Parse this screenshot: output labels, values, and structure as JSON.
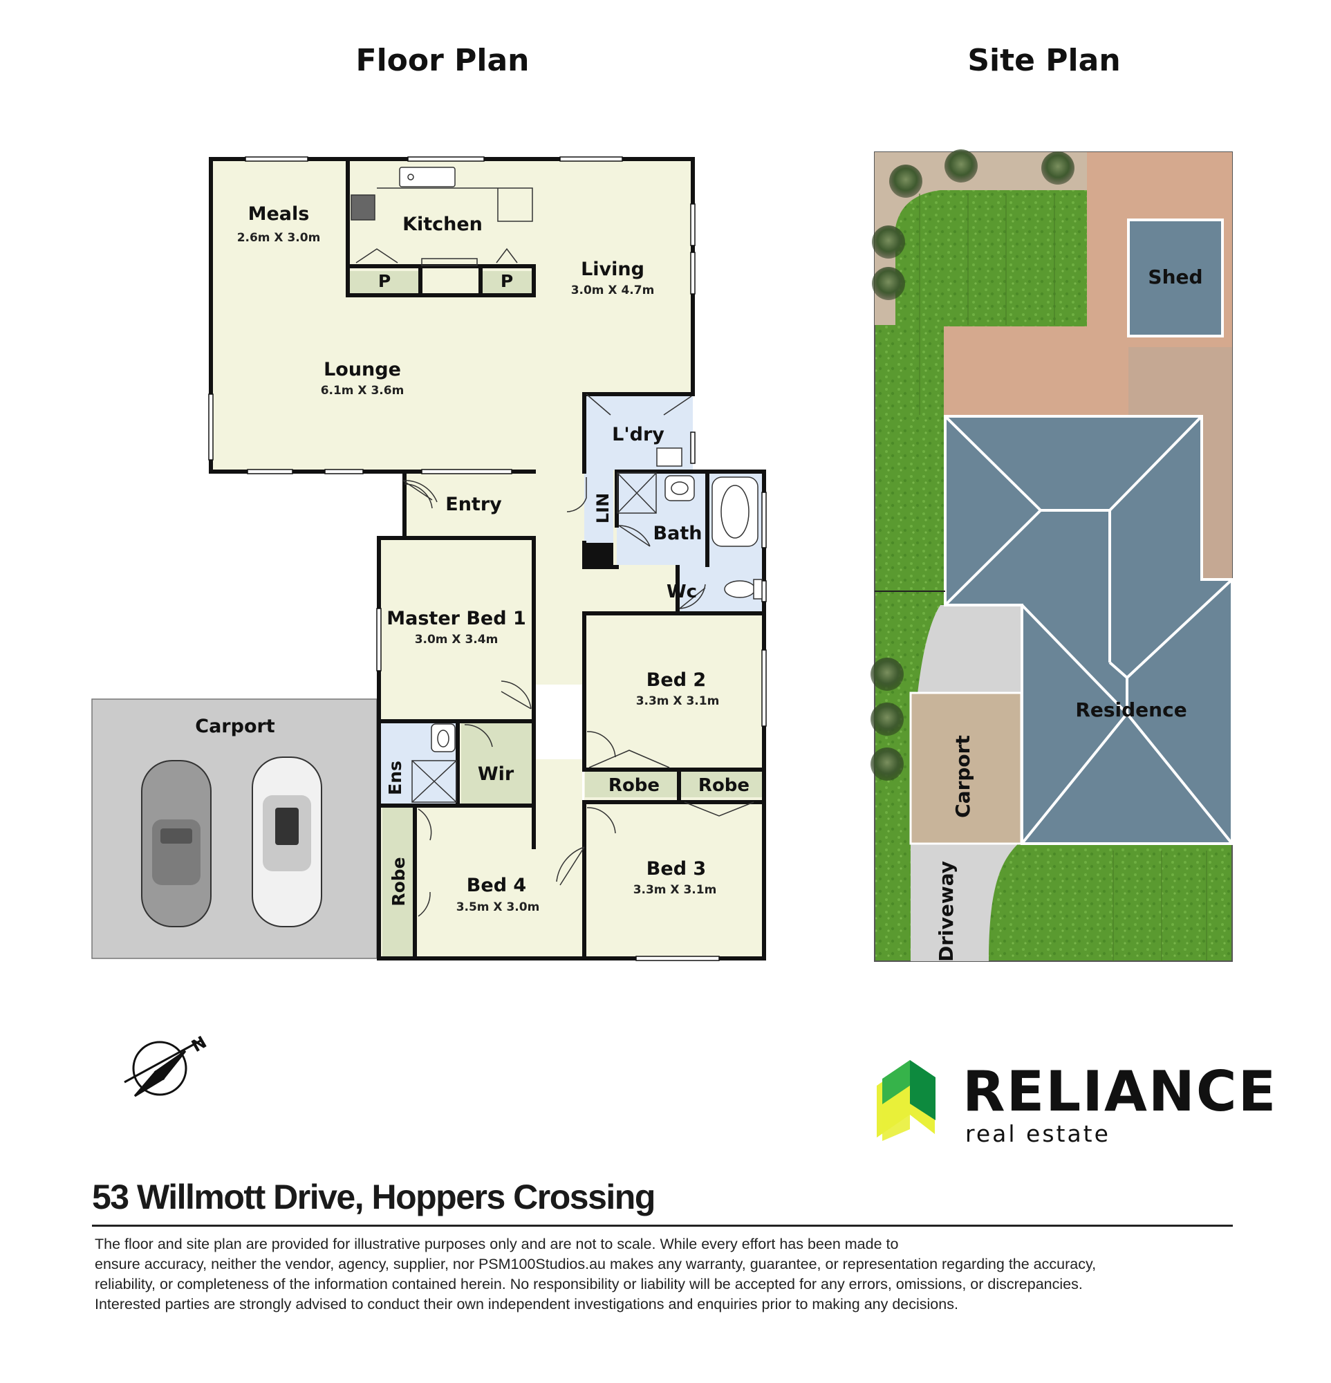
{
  "headings": {
    "floor_plan": "Floor Plan",
    "site_plan": "Site Plan"
  },
  "floor_plan": {
    "meals": {
      "name": "Meals",
      "size": "2.6m X 3.0m"
    },
    "kitchen": {
      "name": "Kitchen"
    },
    "pantry_1": "P",
    "pantry_2": "P",
    "living": {
      "name": "Living",
      "size": "3.0m X 4.7m"
    },
    "lounge": {
      "name": "Lounge",
      "size": "6.1m X 3.6m"
    },
    "laundry": {
      "name": "L'dry"
    },
    "entry": {
      "name": "Entry"
    },
    "linen": {
      "name": "LIN"
    },
    "bath": {
      "name": "Bath"
    },
    "wc": {
      "name": "Wc"
    },
    "master_bed": {
      "name": "Master Bed 1",
      "size": "3.0m X 3.4m"
    },
    "ensuite": {
      "name": "Ens"
    },
    "wir": {
      "name": "Wir"
    },
    "bed2": {
      "name": "Bed 2",
      "size": "3.3m X 3.1m"
    },
    "robe_bed2": "Robe",
    "robe_bed3": "Robe",
    "bed3": {
      "name": "Bed 3",
      "size": "3.3m X 3.1m"
    },
    "bed4": {
      "name": "Bed 4",
      "size": "3.5m X 3.0m"
    },
    "robe_bed4": "Robe",
    "carport": {
      "name": "Carport"
    },
    "compass_label": "N"
  },
  "site_plan": {
    "shed": "Shed",
    "residence": "Residence",
    "carport": "Carport",
    "driveway": "Driveway"
  },
  "branding": {
    "name": "RELIANCE",
    "tagline": "real estate",
    "colors": {
      "green_dark": "#0d8a3e",
      "green_light": "#36b34a",
      "yellow": "#e9f03a"
    }
  },
  "address": "53 Willmott Drive, Hoppers Crossing",
  "disclaimer": [
    "The floor and site plan are provided for illustrative purposes only and are not to scale. While every effort has been made to",
    "ensure accuracy, neither the vendor, agency, supplier, nor PSM100Studios.au makes any warranty, guarantee, or representation regarding the accuracy,",
    "reliability, or completeness of the information contained herein. No responsibility or liability will be accepted for any errors, omissions, or discrepancies.",
    "Interested parties are strongly advised to conduct their own independent investigations and enquiries prior to making any decisions."
  ],
  "colors": {
    "living_fill": "#f3f4de",
    "wet_fill": "#dde8f6",
    "robe_fill": "#d9e1c2",
    "carport_fill": "#cacaca",
    "lawn": "#5b9a33",
    "paving": "#d5a98e",
    "roof": "#6a8597",
    "site_carport": "#c8b49a"
  }
}
